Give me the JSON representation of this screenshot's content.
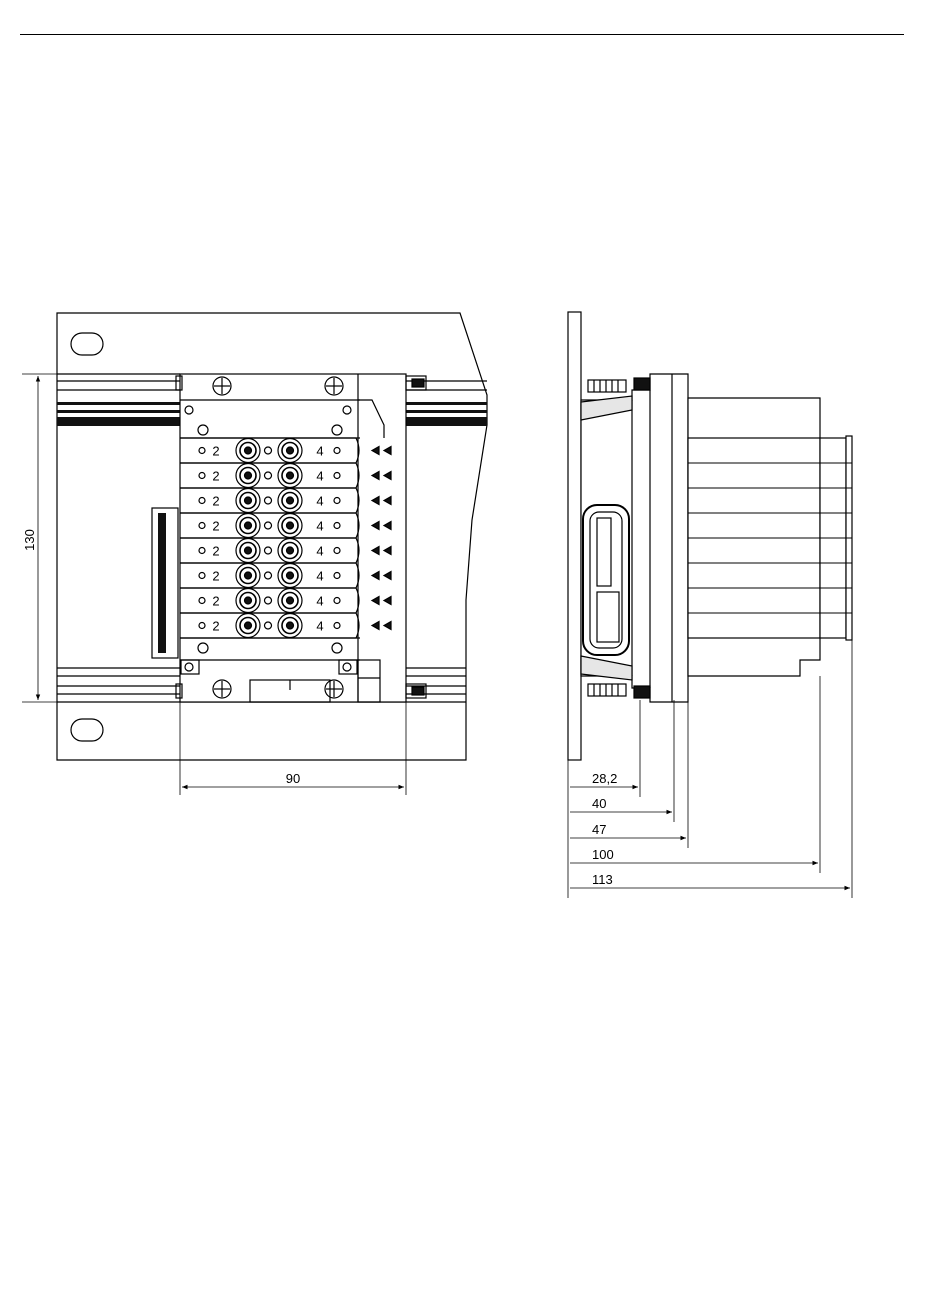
{
  "colors": {
    "line": "#000000",
    "fill_dark": "#111111",
    "fill_light": "#e6e6e6",
    "background": "#ffffff"
  },
  "front_view": {
    "height_dimension": "130",
    "width_dimension": "90",
    "valve_rows": 8,
    "port_left_label": "2",
    "port_right_label": "4"
  },
  "side_view": {
    "dimensions": [
      "28,2",
      "40",
      "47",
      "100",
      "113"
    ]
  }
}
